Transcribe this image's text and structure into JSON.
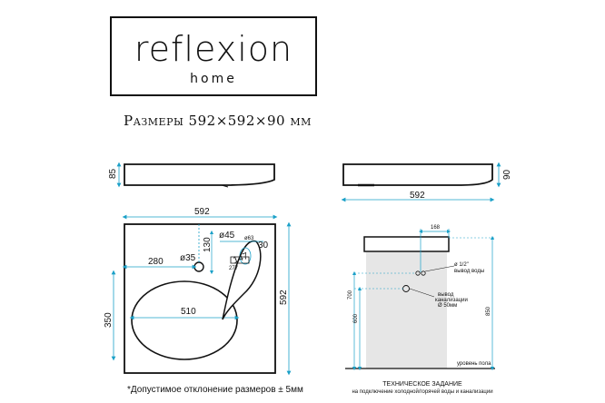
{
  "logo": {
    "main": "reflexion",
    "sub": "home"
  },
  "title": "Размеры 592×592×90 мм",
  "top_view": {
    "height": "85",
    "width": "592",
    "width_right": "592",
    "depth": "592",
    "hole": "ø35",
    "hole_offset": "280",
    "oval_w": "510",
    "oval_h": "350",
    "d130": "130",
    "d45": "ø45",
    "d63": "ø63",
    "d30": "30",
    "d147": "147",
    "d277": "277"
  },
  "side_view": {
    "height": "90",
    "width": "592"
  },
  "tech": {
    "d168": "168",
    "water_size": "ø 1/2\"",
    "water_label": "вывод воды",
    "drain_label1": "вывод",
    "drain_label2": "канализации",
    "drain_size": "Ø 50мм",
    "h700": "700",
    "h600": "600",
    "h850": "850",
    "floor": "уровень пола",
    "title": "ТЕХНИЧЕСКОЕ ЗАДАНИЕ",
    "subtitle": "на подключение холодной/горячей воды и канализации"
  },
  "note": "*Допустимое отклонение размеров ± 5мм",
  "colors": {
    "dimension": "#1aa0c8",
    "line": "#111111",
    "shade": "#e6e6e6"
  }
}
